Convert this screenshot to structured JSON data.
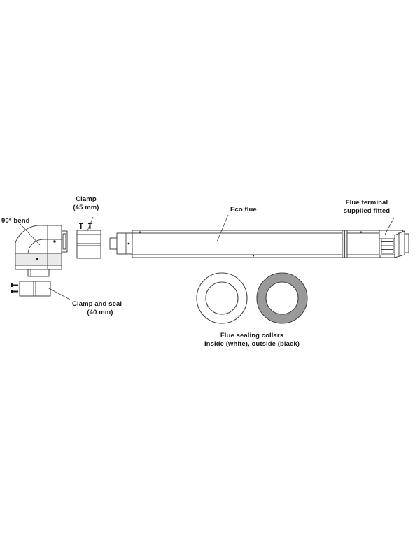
{
  "diagram": {
    "title": "Eco flue kit exploded parts diagram",
    "background_color": "#ffffff",
    "line_color": "#3f4347",
    "text_color": "#1a1a1a",
    "shade_color": "#e9eaeb",
    "collar_dark_fill": "#9a9a9a"
  },
  "labels": {
    "bend": "90° bend",
    "clamp_line1": "Clamp",
    "clamp_line2": "(45 mm)",
    "clamp_seal_line1": "Clamp and seal",
    "clamp_seal_line2": "(40 mm)",
    "eco_flue": "Eco flue",
    "terminal_line1": "Flue terminal",
    "terminal_line2": "supplied fitted",
    "collars_line1": "Flue sealing collars",
    "collars_line2": "Inside (white), outside (black)"
  },
  "parts": [
    {
      "id": "bend-90",
      "name": "90° bend"
    },
    {
      "id": "clamp-45",
      "name": "Clamp (45 mm)"
    },
    {
      "id": "clamp-seal-40",
      "name": "Clamp and seal (40 mm)"
    },
    {
      "id": "eco-flue-tube",
      "name": "Eco flue"
    },
    {
      "id": "flue-terminal",
      "name": "Flue terminal supplied fitted"
    },
    {
      "id": "collar-inside-white",
      "name": "Flue sealing collar inside (white)"
    },
    {
      "id": "collar-outside-black",
      "name": "Flue sealing collar outside (black)"
    }
  ]
}
